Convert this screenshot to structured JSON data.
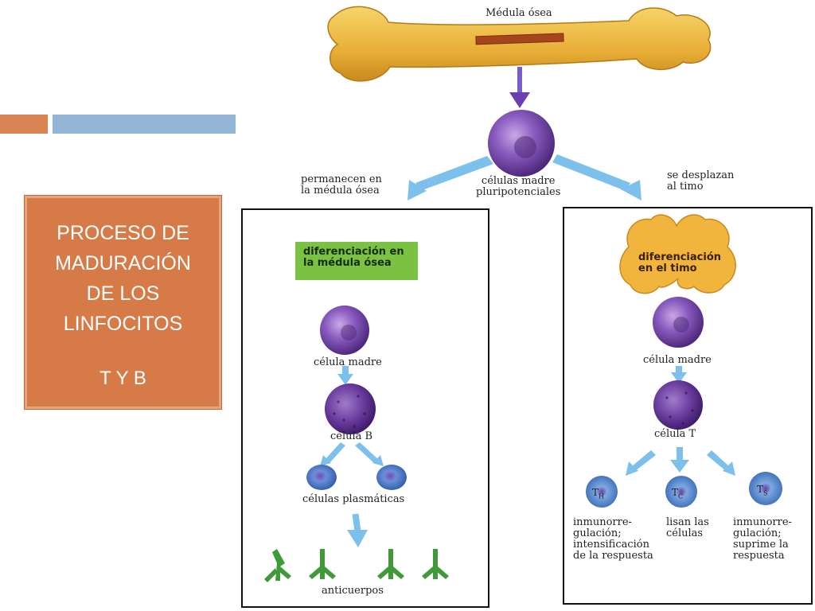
{
  "slide": {
    "title_lines": [
      "PROCESO DE",
      "MADURACIÓN",
      "DE LOS",
      "LINFOCITOS"
    ],
    "subtitle": "T Y B"
  },
  "diagram": {
    "bone_label": "Médula ósea",
    "stem_label_1": "células madre",
    "stem_label_2": "pluripotenciales",
    "left_arrow_1": "permanecen en",
    "left_arrow_2": "la médula ósea",
    "right_arrow_1": "se desplazan",
    "right_arrow_2": "al timo",
    "b_panel": {
      "stage_1": "diferenciación en",
      "stage_2": "la médula ósea",
      "stem": "célula madre",
      "cell": "célula B",
      "plasma": "células plasmáticas",
      "antibodies": "anticuerpos"
    },
    "t_panel": {
      "stage_1": "diferenciación",
      "stage_2": "en el timo",
      "stem": "célula madre",
      "cell": "célula T",
      "th": "T",
      "th_sub": "H",
      "tc": "T",
      "tc_sub": "C",
      "ts": "T",
      "ts_sub": "S",
      "th_desc": [
        "inmunorre-",
        "gulación;",
        "intensificación",
        "de la respuesta"
      ],
      "tc_desc": [
        "lisan las",
        "células"
      ],
      "ts_desc": [
        "inmunorre-",
        "gulación;",
        "suprime la",
        "respuesta"
      ]
    }
  },
  "colors": {
    "accent_orange": "#d67b48",
    "accent_blue": "#93b6d6",
    "arrow_blue": "#7ec0ec",
    "green_label": "#7cc242",
    "bone": "#e8b13c",
    "thymus": "#f0b43a",
    "cell_purple": "#7a4aa6"
  }
}
